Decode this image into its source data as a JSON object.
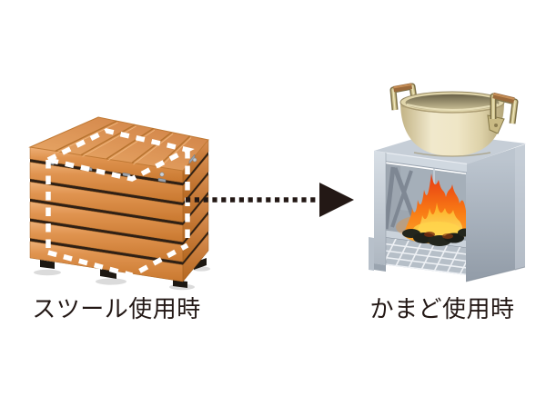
{
  "figure": {
    "background_color": "#ffffff",
    "caption_color": "#231815",
    "before": {
      "caption": "スツール使用時",
      "illustration": "wooden-slat-stool-cube-with-dashed-inner-stove-outline",
      "colors": {
        "wood_light": "#eeb077",
        "wood_mid": "#dd8f4c",
        "wood_dark": "#b5671f",
        "slat_gap": "#2f2015",
        "dashed_outline": "#ffffff"
      }
    },
    "arrow": {
      "icon": "dashed-right-arrow",
      "color": "#231815"
    },
    "after": {
      "caption": "かまど使用時",
      "illustration": "metal-kamado-stove-with-brass-pot-and-fire",
      "colors": {
        "frame_light": "#d0d8e0",
        "panel_gray": "#a0aab5",
        "pot_brass": "#eadfb8",
        "handle_wood": "#9a6a3c",
        "flame_red": "#e63913",
        "flame_orange": "#f97d15",
        "flame_yellow": "#ffd54a",
        "coal_black": "#23261d"
      }
    }
  }
}
